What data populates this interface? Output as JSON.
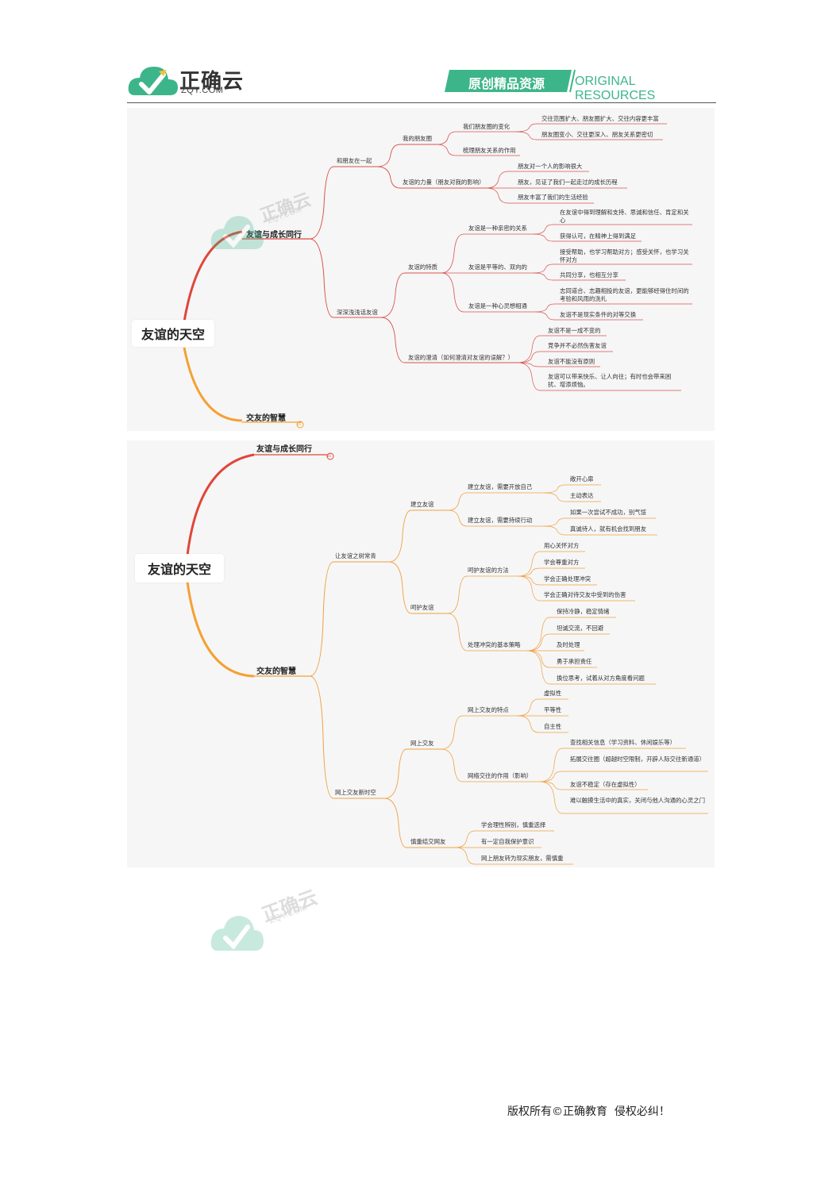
{
  "header": {
    "logo_text": "正确云",
    "logo_sub": "ZQY.COM",
    "banner": "原创精品资源",
    "banner_en": "ORIGINAL RESOURCES"
  },
  "watermark": {
    "text": "正确云",
    "sub": "ZQY.COM"
  },
  "map1": {
    "root": "友谊的天空",
    "b1": "友谊与成长同行",
    "b2": "交友的智慧",
    "b2_count": "25",
    "l2a": "和朋友在一起",
    "l2b": "深深浅浅话友谊",
    "a1": "我的朋友圈",
    "a1_1": "我们朋友圈的变化",
    "a1_1_1": "交往范围扩大、朋友圈扩大、交往内容更丰富",
    "a1_1_2": "朋友圈变小、交往更深入、朋友关系更密切",
    "a1_2": "梳理朋友关系的作用",
    "a2": "友谊的力量（朋友对我的影响）",
    "a2_1": "朋友对一个人的影响很大",
    "a2_2": "朋友，见证了我们一起走过的成长历程",
    "a2_3": "朋友丰富了我们的生活经验",
    "b_1": "友谊的特质",
    "b_1_1": "友谊是一种亲密的关系",
    "b_1_1_1": "在友谊中得到理解和支持、思诚和信任、肯定和关心",
    "b_1_1_2": "获得认可，在精神上得到满足",
    "b_1_2": "友谊是平等的、双向的",
    "b_1_2_1": "接受帮助，也学习帮助对方；感受关怀，也学习关怀对方",
    "b_1_2_2": "共同分享，也相互分享",
    "b_1_3": "友谊是一种心灵想相通",
    "b_1_3_1": "志同道合、志趣相投的友谊，更能够经得住时间的考验和风雨的洗礼",
    "b_1_3_2": "友谊不是现实条件的对等交换",
    "b_2": "友谊的澄清（如何澄清对友谊的误解？）",
    "b_2_1": "友谊不是一成不变的",
    "b_2_2": "竞争并不必然伤害友谊",
    "b_2_3": "友谊不能没有原则",
    "b_2_4": "友谊可以带来快乐、让人向往；有时也会带来困扰、增添烦恼。"
  },
  "map2": {
    "root": "友谊的天空",
    "b1": "友谊与成长同行",
    "b1_count": "25",
    "b2": "交友的智慧",
    "l2a": "让友谊之树常青",
    "l2b": "网上交友新时空",
    "a1": "建立友谊",
    "a1_1": "建立友谊，需要开放自己",
    "a1_1_1": "敞开心扉",
    "a1_1_2": "主动表达",
    "a1_2": "建立友谊，需要持续行动",
    "a1_2_1": "如果一次尝试不成功，别气馁",
    "a1_2_2": "真诚待人，就有机会找到朋友",
    "a2": "呵护友谊",
    "a2_1": "呵护友谊的方法",
    "a2_1_1": "用心关怀对方",
    "a2_1_2": "学会尊重对方",
    "a2_1_3": "学会正确处理冲突",
    "a2_1_4": "学会正确对待交友中受到的伤害",
    "a2_2": "处理冲突的基本策略",
    "a2_2_1": "保持冷静，稳定情绪",
    "a2_2_2": "坦诚交流，不回避",
    "a2_2_3": "及时处理",
    "a2_2_4": "勇于承担责任",
    "a2_2_5": "换位思考，试着从对方角度看问题",
    "b_1": "网上交友",
    "b_1_1": "网上交友的特点",
    "b_1_1_1": "虚拟性",
    "b_1_1_2": "平等性",
    "b_1_1_3": "自主性",
    "b_1_2": "网络交往的作用（影响）",
    "b_1_2_1": "查找相关信息（学习资料、休闲娱乐等）",
    "b_1_2_2": "拓展交往圈（超越时空限制，开辟人际交往新通道）",
    "b_1_2_3": "友谊不稳定（存在虚拟性）",
    "b_1_2_4": "难以触摸生活中的真实，关闭与他人沟通的心灵之门",
    "b_2": "慎重结交网友",
    "b_2_1": "学会理性辨别，慎重选择",
    "b_2_2": "有一定自我保护意识",
    "b_2_3": "网上朋友转为现实朋友，需慎重"
  },
  "footer": {
    "copyright": "版权所有©正确教育  侵权必纠！"
  },
  "colors": {
    "brand_green": "#3db58a",
    "branch_red": "#e0463a",
    "branch_orange": "#f5a033",
    "line_red": "#d9534f",
    "line_orange": "#f0a040"
  }
}
